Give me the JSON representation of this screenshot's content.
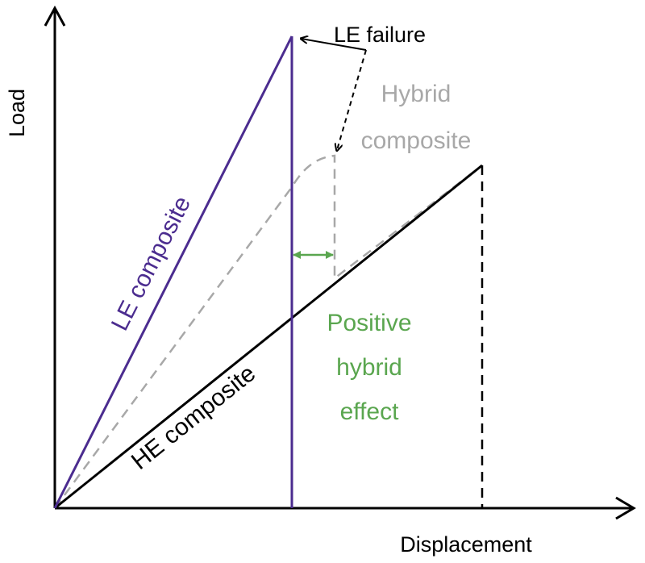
{
  "axes": {
    "x_label": "Displacement",
    "y_label": "Load"
  },
  "labels": {
    "le_composite": "LE composite",
    "he_composite": "HE composite",
    "le_failure": "LE failure",
    "hybrid_line1": "Hybrid",
    "hybrid_line2": "composite",
    "effect_line1": "Positive",
    "effect_line2": "hybrid",
    "effect_line3": "effect"
  },
  "colors": {
    "axis": "#000000",
    "le_composite": "#4b2c8f",
    "he_composite": "#000000",
    "hybrid_composite": "#a8a8a8",
    "hybrid_effect": "#5aa64f",
    "annotation": "#000000"
  }
}
